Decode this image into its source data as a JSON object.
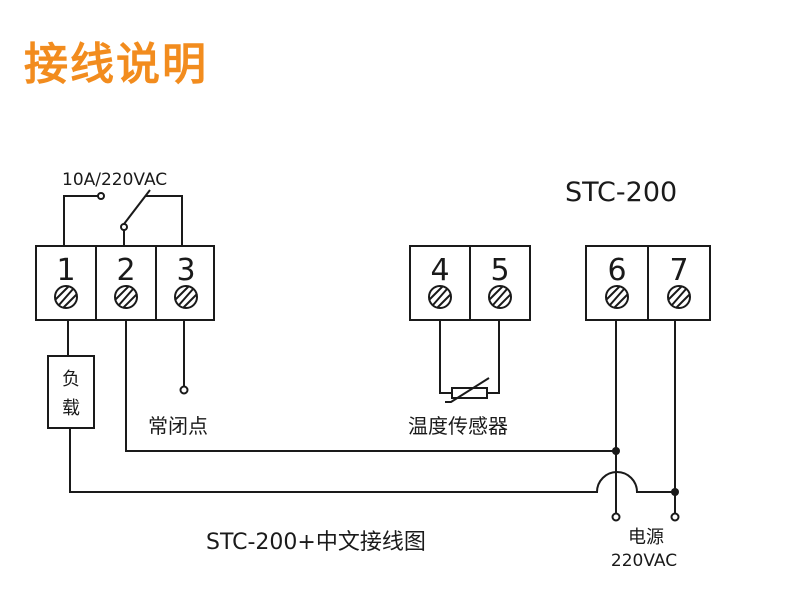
{
  "page": {
    "title": "接线说明"
  },
  "diagram": {
    "model": "STC-200",
    "relay_rating": "10A/220VAC",
    "terminals": [
      "1",
      "2",
      "3",
      "4",
      "5",
      "6",
      "7"
    ],
    "load_label_top": "负",
    "load_label_bottom": "载",
    "nc_label": "常闭点",
    "sensor_label": "温度传感器",
    "power_label": "电源",
    "power_value": "220VAC",
    "caption": "STC-200+中文接线图",
    "colors": {
      "title": "#f28c1e",
      "line": "#1a1a1a"
    }
  }
}
